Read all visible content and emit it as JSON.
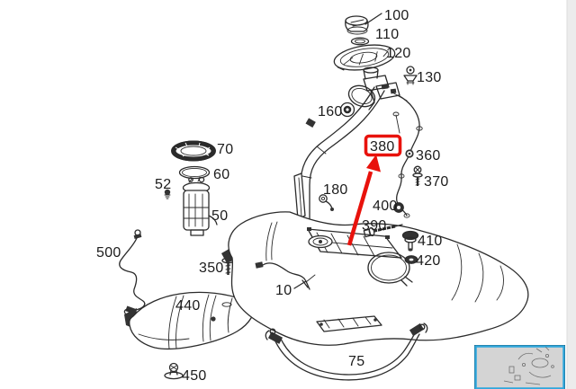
{
  "page": {
    "background_color": "#ffffff",
    "description": "Exploded parts diagram of a vehicle fuel tank assembly with numbered callouts"
  },
  "diagram": {
    "labels": {
      "l10": "10",
      "l50": "50",
      "l52": "52",
      "l60": "60",
      "l70": "70",
      "l75": "75",
      "l100": "100",
      "l110": "110",
      "l120": "120",
      "l130": "130",
      "l160": "160",
      "l180": "180",
      "l350": "350",
      "l360": "360",
      "l370": "370",
      "l380": "380",
      "l390": "390",
      "l400": "400",
      "l410": "410",
      "l420": "420",
      "l440": "440",
      "l450": "450",
      "l500": "500"
    },
    "highlight": {
      "part_number": "380",
      "box_color": "#e8120c"
    },
    "thumbnail": {
      "border_color": "#2fa7dc",
      "background": "#d4d4d4"
    }
  }
}
